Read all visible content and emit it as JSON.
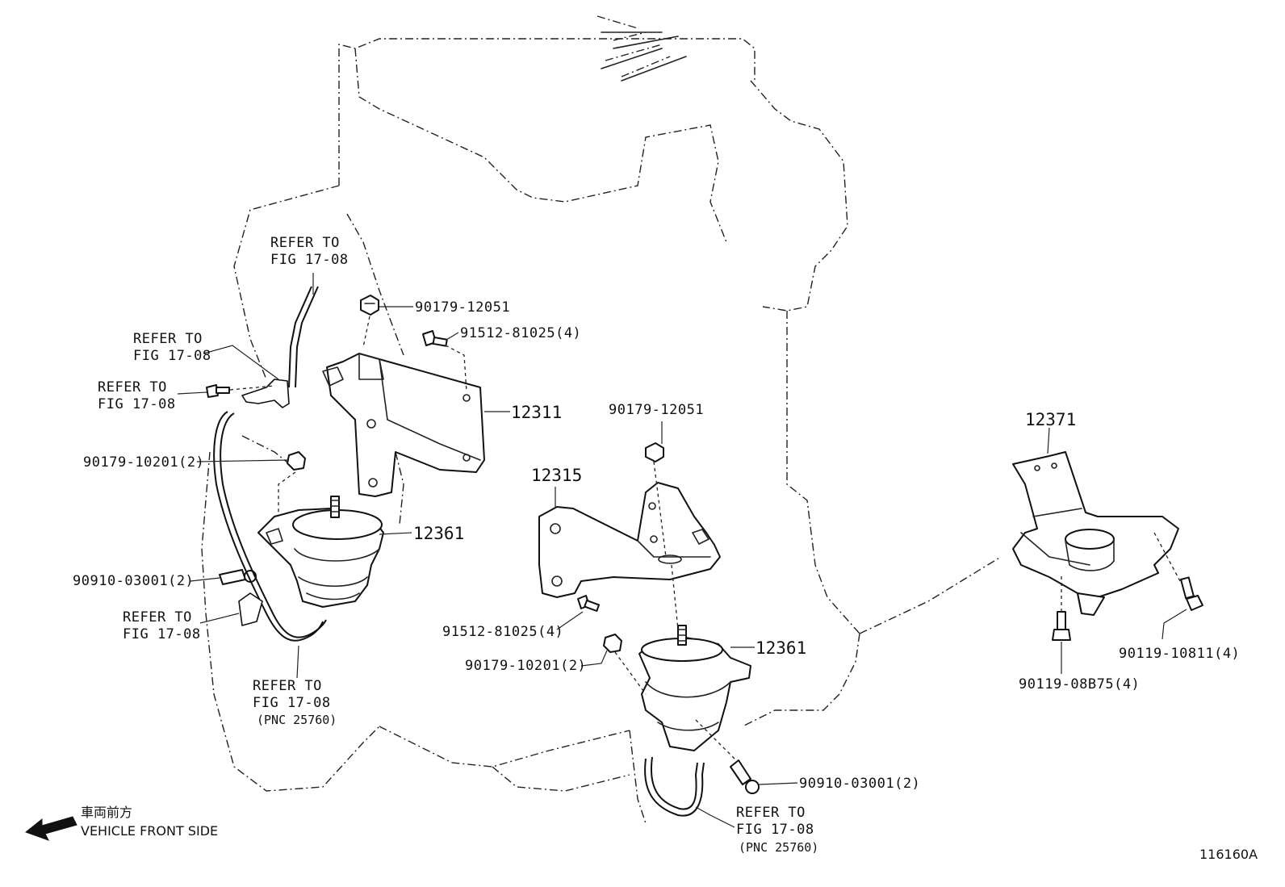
{
  "labels": {
    "refer_1": [
      "REFER TO",
      "FIG 17-08"
    ],
    "refer_2": [
      "REFER TO",
      "FIG 17-08"
    ],
    "refer_3": [
      "REFER TO",
      "FIG 17-08"
    ],
    "refer_4": [
      "REFER TO",
      "FIG 17-08"
    ],
    "refer_5": [
      "REFER TO",
      "FIG 17-08",
      "(PNC 25760)"
    ],
    "refer_6": [
      "REFER TO",
      "FIG 17-08",
      "(PNC 25760)"
    ],
    "p_90179_12051_a": "90179-12051",
    "p_91512_81025_a": "91512-81025(4)",
    "p_12311": "12311",
    "p_90179_10201_a": "90179-10201(2)",
    "p_12361_a": "12361",
    "p_90910_03001_a": "90910-03001(2)",
    "p_90179_12051_b": "90179-12051",
    "p_12315": "12315",
    "p_91512_81025_b": "91512-81025(4)",
    "p_90179_10201_b": "90179-10201(2)",
    "p_12361_b": "12361",
    "p_90910_03001_b": "90910-03001(2)",
    "p_12371": "12371",
    "p_90119_10811": "90119-10811(4)",
    "p_90119_08B75": "90119-08B75(4)"
  },
  "legend": {
    "jp": "車両前方",
    "en": "VEHICLE FRONT SIDE"
  },
  "figure_code": "116160A"
}
